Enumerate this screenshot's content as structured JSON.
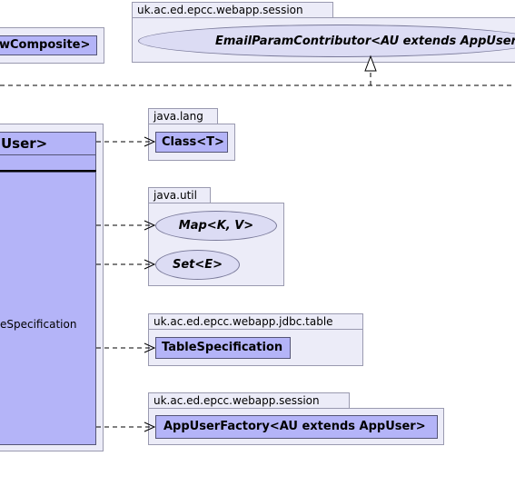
{
  "top_left_class": {
    "label": "wComposite>"
  },
  "session_package_top": {
    "name": "uk.ac.ed.epcc.webapp.session",
    "interface": "EmailParamContributor<AU extends AppUser>"
  },
  "main_class": {
    "title": "User>",
    "member": "eSpecification"
  },
  "java_lang": {
    "name": "java.lang",
    "class": "Class<T>"
  },
  "java_util": {
    "name": "java.util",
    "interfaces": [
      "Map<K, V>",
      "Set<E>"
    ]
  },
  "jdbc_table": {
    "name": "uk.ac.ed.epcc.webapp.jdbc.table",
    "class": "TableSpecification"
  },
  "session_package_bottom": {
    "name": "uk.ac.ed.epcc.webapp.session",
    "class": "AppUserFactory<AU extends AppUser>"
  }
}
